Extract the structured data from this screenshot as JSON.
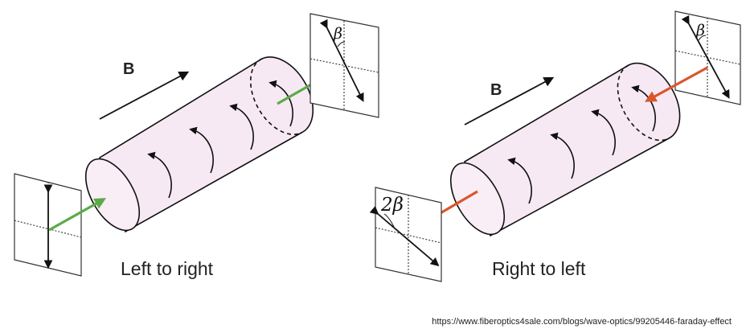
{
  "left_setup": {
    "field_label": "B",
    "caption": "Left to right",
    "angle_label": "β",
    "beam_color": "#5aab47"
  },
  "right_setup": {
    "field_label": "B",
    "caption": "Right to left",
    "angle_label": "β",
    "return_angle_label": "2β",
    "beam_color": "#d9572b"
  },
  "source_url": "https://www.fiberoptics4sale.com/blogs/wave-optics/99205446-faraday-effect",
  "icons": [
    "arrow-icon",
    "rotation-arrow-icon"
  ]
}
